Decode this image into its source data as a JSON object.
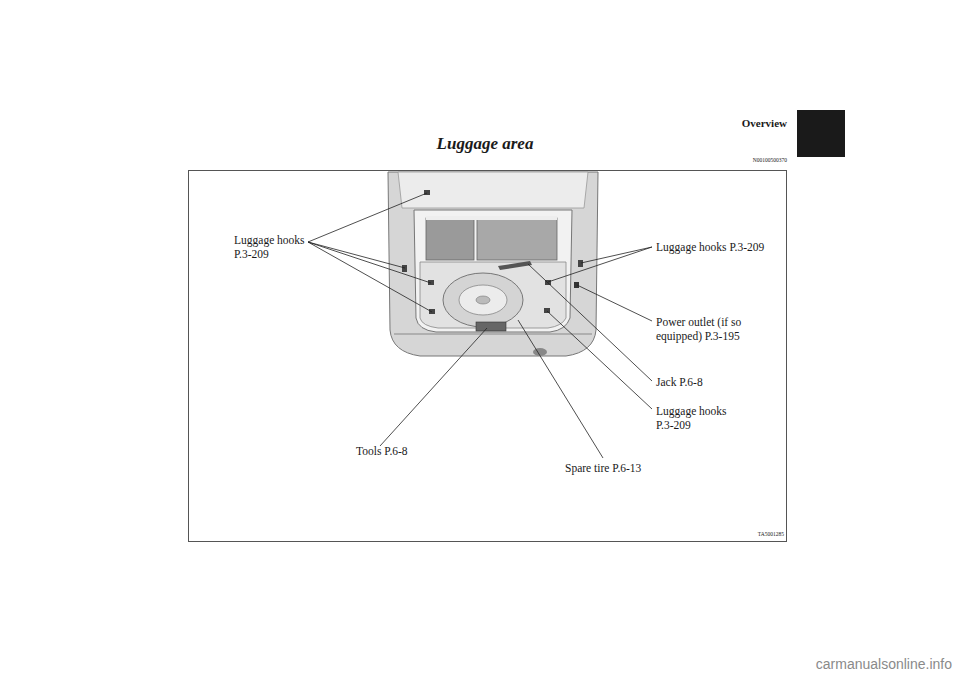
{
  "diagram": {
    "title": "Luggage area",
    "labels": [
      "Overview",
      "N00100500370",
      "Luggage hooks P.3-209",
      "Luggage hooks P.3-209",
      "Power outlet (if so equipped) P.3-195",
      "Jack P.6-8",
      "Luggage hooks P.3-209",
      "Tools P.6-8",
      "Spare tire P.6-13",
      "TA5001285",
      "carmanualsonline.info"
    ]
  }
}
